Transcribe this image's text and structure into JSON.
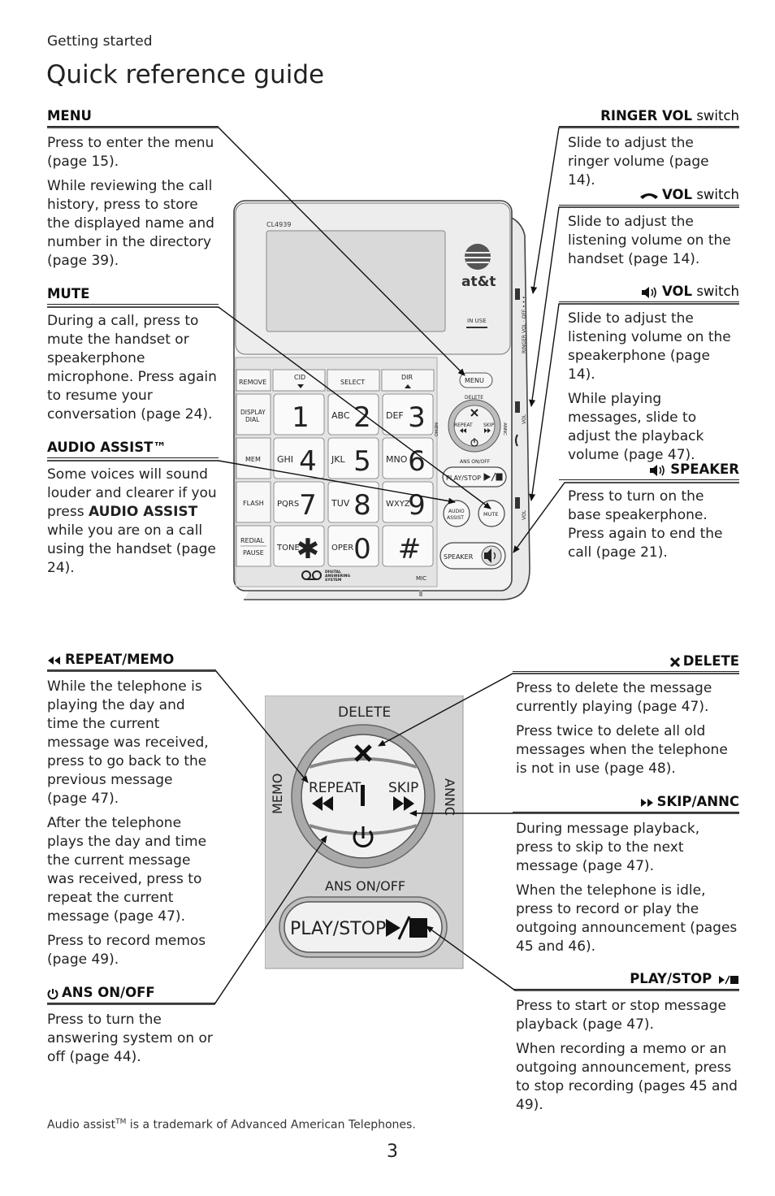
{
  "page": {
    "section": "Getting started",
    "title": "Quick reference guide",
    "footer_note_pre": "Audio assist",
    "footer_note_tm": "TM",
    "footer_note_post": " is a trademark of Advanced American Telephones.",
    "page_number": "3"
  },
  "callouts": {
    "menu": {
      "title": "MENU",
      "paras": [
        "Press to enter the menu (page 15).",
        "While reviewing the call history, press to store the displayed name and number in the directory (page 39)."
      ]
    },
    "mute": {
      "title": "MUTE",
      "paras": [
        "During a call, press to mute the handset or speakerphone microphone. Press again to resume your conversation (page 24)."
      ]
    },
    "audio_assist": {
      "title": "AUDIO ASSIST™",
      "para_pre": "Some voices will sound louder and clearer if you press ",
      "para_bold": "AUDIO ASSIST",
      "para_post": " while you are on a call using the handset (page 24)."
    },
    "ringer_vol": {
      "title_bold": "RINGER VOL",
      "title_plain": " switch",
      "paras": [
        "Slide to adjust the ringer volume (page 14)."
      ]
    },
    "handset_vol": {
      "title_bold": "VOL",
      "title_plain": " switch",
      "icon": "handset-icon",
      "paras": [
        "Slide to adjust the listening volume on the handset (page 14)."
      ]
    },
    "speaker_vol": {
      "title_bold": "VOL",
      "title_plain": " switch",
      "icon": "speaker-icon",
      "paras": [
        "Slide to adjust the listening volume on the speakerphone (page 14).",
        "While playing messages, slide to adjust the playback volume (page 47)."
      ]
    },
    "speaker": {
      "title": "SPEAKER",
      "icon": "speaker-icon",
      "paras": [
        "Press to turn on the base speakerphone. Press again to end the call (page 21)."
      ]
    },
    "repeat_memo": {
      "title": "REPEAT/MEMO",
      "icon": "rewind-icon",
      "paras": [
        "While the telephone is playing the day and time the current message was received, press to go back to the previous message (page 47).",
        "After the telephone plays the day and time the current message was received, press to repeat the current message (page 47).",
        "Press to record memos (page 49)."
      ]
    },
    "ans_onoff": {
      "title": "ANS ON/OFF",
      "icon": "power-icon",
      "paras": [
        "Press to turn the answering system on or off (page 44)."
      ]
    },
    "delete": {
      "title": "DELETE",
      "icon": "x-icon",
      "paras": [
        "Press to delete the message currently playing (page 47).",
        "Press twice to delete all old messages when the telephone is not in use (page 48)."
      ]
    },
    "skip_annc": {
      "title": "SKIP/ANNC",
      "icon": "fast-forward-icon",
      "paras": [
        "During message playback, press to skip to the next message (page 47).",
        "When the telephone is idle, press to record or play the outgoing announcement (pages 45 and 46)."
      ]
    },
    "play_stop": {
      "title": "PLAY/STOP",
      "icon": "play-stop-icon",
      "paras": [
        "Press to start or stop message playback (page 47).",
        "When recording a memo or an outgoing announcement, press to stop recording (pages 45 and 49)."
      ]
    }
  },
  "phone": {
    "model": "CL4939",
    "brand": "at&t",
    "in_use": "IN USE",
    "softkeys": [
      "REMOVE",
      "CID",
      "SELECT",
      "DIR"
    ],
    "side_keys": [
      "DISPLAY DIAL",
      "MEM",
      "FLASH",
      "REDIAL PAUSE"
    ],
    "keys": [
      {
        "letters": "",
        "digit": "1"
      },
      {
        "letters": "ABC",
        "digit": "2"
      },
      {
        "letters": "DEF",
        "digit": "3"
      },
      {
        "letters": "GHI",
        "digit": "4"
      },
      {
        "letters": "JKL",
        "digit": "5"
      },
      {
        "letters": "MNO",
        "digit": "6"
      },
      {
        "letters": "PQRS",
        "digit": "7"
      },
      {
        "letters": "TUV",
        "digit": "8"
      },
      {
        "letters": "WXYZ",
        "digit": "9"
      },
      {
        "letters": "TONE",
        "digit": "✱"
      },
      {
        "letters": "OPER",
        "digit": "0"
      },
      {
        "letters": "",
        "digit": "#"
      }
    ],
    "menu": "MENU",
    "delete": "DELETE",
    "repeat": "REPEAT",
    "skip": "SKIP",
    "memo": "MEMO",
    "annc": "ANNC",
    "ans_onoff": "ANS ON/OFF",
    "play_stop": "PLAY/STOP",
    "audio_assist": "AUDIO ASSIST",
    "mute": "MUTE",
    "speaker": "SPEAKER",
    "mic": "MIC",
    "das_line1": "DIGITAL",
    "das_line2": "ANSWERING",
    "das_line3": "SYSTEM",
    "ringer_label": "RINGER VOL",
    "ringer_off": "OFF",
    "vol_label": "VOL"
  },
  "closeup": {
    "delete": "DELETE",
    "memo": "MEMO",
    "annc": "ANNC",
    "repeat": "REPEAT",
    "skip": "SKIP",
    "ans_onoff": "ANS  ON/OFF",
    "play_stop": "PLAY/STOP"
  }
}
